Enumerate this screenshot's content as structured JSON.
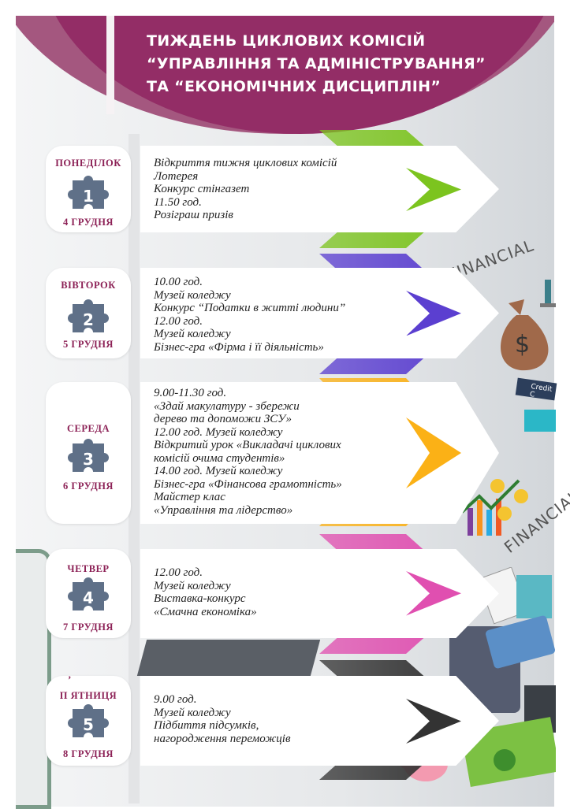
{
  "header": {
    "title_lines": [
      "ТИЖДЕНЬ ЦИКЛОВИХ КОМІСІЙ",
      "“УПРАВЛІННЯ ТА АДМІНІСТРУВАННЯ”",
      "ТА “ЕКОНОМІЧНИХ ДИСЦИПЛІН”"
    ],
    "color": "#932d66"
  },
  "days": [
    {
      "name": "ПОНЕДІЛОК",
      "number": "1",
      "date": "4  ГРУДНЯ",
      "color": "#7cc41f",
      "events": "Відкриття тижня циклових комісій\nЛотерея\nКонкурс стінгазет\n11.50 год.\nРозіграш призів"
    },
    {
      "name": "ВІВТОРОК",
      "number": "2",
      "date": "5  ГРУДНЯ",
      "color": "#5b3fd0",
      "events": "10.00 год.\nМузей коледжу\nКонкурс “Податки в житті людини”\n12.00 год.\nМузей коледжу\nБізнес-гра «Фірма і її діяльність»"
    },
    {
      "name": "СЕРЕДА",
      "number": "3",
      "date": "6  ГРУДНЯ",
      "color": "#fbb116",
      "events": "9.00-11.30 год.\n«Здай  макулатуру - збережи\nдерево та допоможи ЗСУ»\n12.00 год. Музей коледжу\nВідкритий урок «Викладачі циклових\nкомісій очима студентів»\n14.00 год. Музей коледжу\nБізнес-гра «Фінансова грамотність»\nМайстер клас\n«Управління та лідерство»"
    },
    {
      "name": "ЧЕТВЕР",
      "number": "4",
      "date": "7  ГРУДНЯ",
      "color": "#e04fb0",
      "events": "12.00 год.\nМузей коледжу\nВиставка-конкурс\n«Смачна економіка»"
    },
    {
      "name": "П ЯТНИЦЯ",
      "number": "5",
      "date": "8  ГРУДНЯ",
      "color": "#333333",
      "events": "9.00 год.\nМузей коледжу\nПідбиття підсумків,\nнагородження переможців"
    }
  ],
  "friday_apostrophe": "’",
  "decor": {
    "financial_1": "FINANCIAL",
    "financial_2": "FINANCIAL",
    "credit_card": "Credit C",
    "dollar": "$"
  }
}
